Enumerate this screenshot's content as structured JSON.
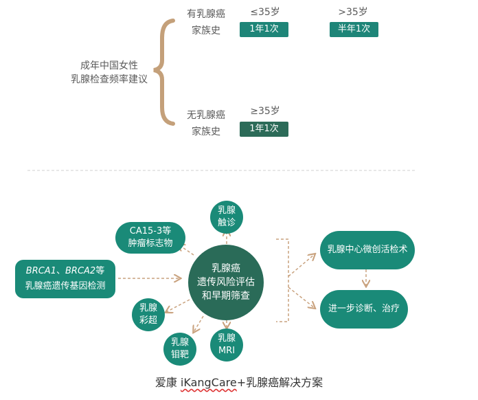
{
  "top": {
    "left_label_line1": "成年中国女性",
    "left_label_line2": "乳腺检查频率建议",
    "family_history_line1": "有乳腺癌",
    "family_history_line2": "家族史",
    "no_family_history_line1": "无乳腺癌",
    "no_family_history_line2": "家族史",
    "le35": "≤35岁",
    "gt35": ">35岁",
    "ge35": "≥35岁",
    "tag_le35": "1年1次",
    "tag_gt35": "半年1次",
    "tag_ge35": "1年1次"
  },
  "bottom": {
    "center_line1": "乳腺癌",
    "center_line2": "遗传风险评估",
    "center_line3": "和早期筛查",
    "node_touch_1": "乳腺",
    "node_touch_2": "触诊",
    "node_ca153_1": "CA15-3等",
    "node_ca153_2": "肿瘤标志物",
    "node_brca_gene1": "BRCA1",
    "node_brca_sep": "、",
    "node_brca_gene2": "BRCA2",
    "node_brca_suffix": "等",
    "node_brca_2": "乳腺癌遗传基因检测",
    "node_ultra_1": "乳腺",
    "node_ultra_2": "彩超",
    "node_mammo_1": "乳腺",
    "node_mammo_2": "钼靶",
    "node_mri_1": "乳腺",
    "node_mri_2": "MRI",
    "node_biopsy": "乳腺中心微创活检术",
    "node_treat": "进一步诊断、治疗"
  },
  "caption": {
    "prefix": "爱康 ",
    "brand": "iKangCare",
    "suffix": "+乳腺癌解决方案"
  },
  "colors": {
    "brace": "#c4a07a",
    "teal": "#1a8a78",
    "dark_teal": "#2a6b58",
    "arrow": "#c9a27e"
  }
}
